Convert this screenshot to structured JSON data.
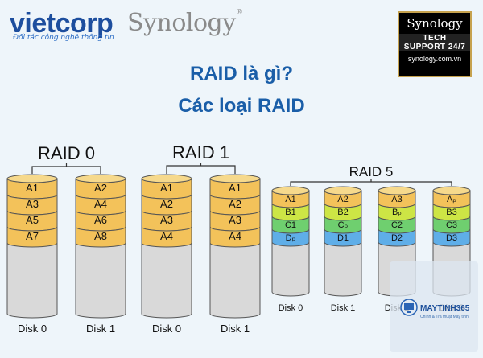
{
  "brand": {
    "vietcorp": "vietcorp",
    "vietcorp_tagline": "Đối tác công nghệ thông tin",
    "synology": "Synology",
    "registered_mark": "®"
  },
  "badge": {
    "brand": "Synology",
    "line1": "TECH",
    "line2": "SUPPORT 24/7",
    "website": "synology.com.vn"
  },
  "title": {
    "line1": "RAID là gì?",
    "line2": "Các loại RAID"
  },
  "watermark": {
    "name": "MAYTINH365",
    "tagline": "Chính & Trả thuật Máy tính"
  },
  "colors": {
    "title": "#1a5ea8",
    "disk_top": "#f6d98c",
    "data_block": "#f3c25a",
    "empty_block": "#d9d9d9",
    "parity_b": "#cde545",
    "parity_c": "#6fcf6f",
    "parity_d": "#5faee8"
  },
  "diagram": {
    "groups": [
      {
        "label": "RAID 0",
        "disks": [
          {
            "name": "Disk 0",
            "blocks": [
              {
                "text": "A1",
                "kind": "data"
              },
              {
                "text": "A3",
                "kind": "data"
              },
              {
                "text": "A5",
                "kind": "data"
              },
              {
                "text": "A7",
                "kind": "data"
              }
            ]
          },
          {
            "name": "Disk 1",
            "blocks": [
              {
                "text": "A2",
                "kind": "data"
              },
              {
                "text": "A4",
                "kind": "data"
              },
              {
                "text": "A6",
                "kind": "data"
              },
              {
                "text": "A8",
                "kind": "data"
              }
            ]
          }
        ]
      },
      {
        "label": "RAID 1",
        "disks": [
          {
            "name": "Disk 0",
            "blocks": [
              {
                "text": "A1",
                "kind": "data"
              },
              {
                "text": "A2",
                "kind": "data"
              },
              {
                "text": "A3",
                "kind": "data"
              },
              {
                "text": "A4",
                "kind": "data"
              }
            ]
          },
          {
            "name": "Disk 1",
            "blocks": [
              {
                "text": "A1",
                "kind": "data"
              },
              {
                "text": "A2",
                "kind": "data"
              },
              {
                "text": "A3",
                "kind": "data"
              },
              {
                "text": "A4",
                "kind": "data"
              }
            ]
          }
        ]
      },
      {
        "label": "RAID 5",
        "disks": [
          {
            "name": "Disk 0",
            "blocks": [
              {
                "text": "A1",
                "kind": "a"
              },
              {
                "text": "B1",
                "kind": "b"
              },
              {
                "text": "C1",
                "kind": "c"
              },
              {
                "text": "Dₚ",
                "kind": "d"
              }
            ]
          },
          {
            "name": "Disk 1",
            "blocks": [
              {
                "text": "A2",
                "kind": "a"
              },
              {
                "text": "B2",
                "kind": "b"
              },
              {
                "text": "Cₚ",
                "kind": "c"
              },
              {
                "text": "D1",
                "kind": "d"
              }
            ]
          },
          {
            "name": "Disk 2",
            "blocks": [
              {
                "text": "A3",
                "kind": "a"
              },
              {
                "text": "Bₚ",
                "kind": "b"
              },
              {
                "text": "C2",
                "kind": "c"
              },
              {
                "text": "D2",
                "kind": "d"
              }
            ]
          },
          {
            "name": "Disk 3",
            "blocks": [
              {
                "text": "Aₚ",
                "kind": "a"
              },
              {
                "text": "B3",
                "kind": "b"
              },
              {
                "text": "C3",
                "kind": "c"
              },
              {
                "text": "D3",
                "kind": "d"
              }
            ]
          }
        ]
      }
    ]
  }
}
